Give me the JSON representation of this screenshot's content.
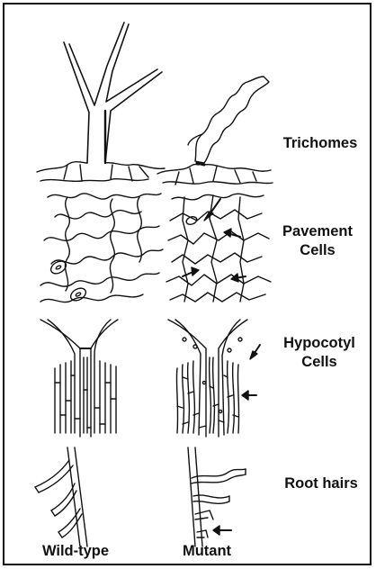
{
  "labels": {
    "trichomes": "Trichomes",
    "pavement_1": "Pavement",
    "pavement_2": "Cells",
    "hypocotyl_1": "Hypocotyl",
    "hypocotyl_2": "Cells",
    "root_hairs": "Root hairs"
  },
  "columns": {
    "wild_type": "Wild-type",
    "mutant": "Mutant"
  },
  "colors": {
    "ink": "#111111",
    "paper": "#ffffff"
  }
}
